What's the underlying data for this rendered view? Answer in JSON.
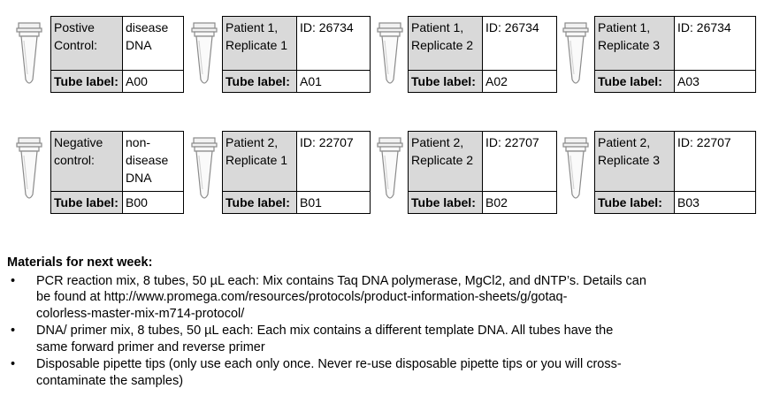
{
  "tubes": [
    {
      "desc_1": "Postive",
      "desc_2": "Control:",
      "val_1": "disease",
      "val_2": "DNA",
      "val_3": "",
      "label_title": "Tube label:",
      "label": "A00"
    },
    {
      "desc_1": "Patient 1,",
      "desc_2": "Replicate 1",
      "val_1": "ID: 26734",
      "val_2": "",
      "val_3": "",
      "label_title": "Tube label:",
      "label": "A01"
    },
    {
      "desc_1": "Patient 1,",
      "desc_2": "Replicate 2",
      "val_1": "ID: 26734",
      "val_2": "",
      "val_3": "",
      "label_title": "Tube label:",
      "label": "A02"
    },
    {
      "desc_1": "Patient 1,",
      "desc_2": "Replicate 3",
      "val_1": "ID: 26734",
      "val_2": "",
      "val_3": "",
      "label_title": "Tube label:",
      "label": "A03"
    },
    {
      "desc_1": "Negative",
      "desc_2": "control:",
      "val_1": "non-",
      "val_2": "disease",
      "val_3": "DNA",
      "label_title": "Tube label:",
      "label": "B00"
    },
    {
      "desc_1": "Patient 2,",
      "desc_2": "Replicate 1",
      "val_1": "ID: 22707",
      "val_2": "",
      "val_3": "",
      "label_title": "Tube label:",
      "label": "B01"
    },
    {
      "desc_1": "Patient 2,",
      "desc_2": "Replicate 2",
      "val_1": "ID: 22707",
      "val_2": "",
      "val_3": "",
      "label_title": "Tube label:",
      "label": "B02"
    },
    {
      "desc_1": "Patient 2,",
      "desc_2": "Replicate 3",
      "val_1": "ID: 22707",
      "val_2": "",
      "val_3": "",
      "label_title": "Tube label:",
      "label": "B03"
    }
  ],
  "materials": {
    "title": "Materials for next week:",
    "bullet": "•",
    "items": [
      {
        "line1": "PCR reaction mix, 8 tubes, 50 µL each: Mix contains Taq DNA polymerase, MgCl2, and dNTP’s. Details can",
        "line2": "be found at http://www.promega.com/resources/protocols/product-information-sheets/g/gotaq-",
        "line3": "colorless-master-mix-m714-protocol/"
      },
      {
        "line1": "DNA/ primer mix, 8 tubes, 50 µL each: Each mix contains a different template DNA. All tubes have the",
        "line2": "same forward primer and reverse primer",
        "line3": ""
      },
      {
        "line1": "Disposable pipette tips (only use each only once. Never re-use disposable pipette tips or you will cross-",
        "line2": "contaminate the samples)",
        "line3": ""
      }
    ]
  },
  "colors": {
    "shaded": "#d9d9d9",
    "border": "#000000",
    "tube_outline": "#8a8a8a"
  },
  "icons": [
    "pcr-tube-icon"
  ]
}
